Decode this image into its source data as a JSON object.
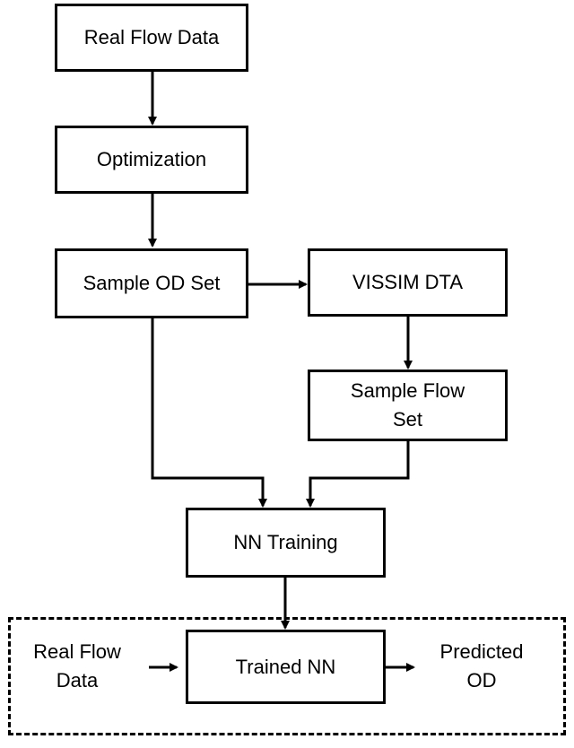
{
  "flowchart": {
    "nodes": {
      "real_flow_data": "Real Flow Data",
      "optimization": "Optimization",
      "sample_od_set": "Sample OD Set",
      "vissim_dta": "VISSIM DTA",
      "sample_flow_set": "Sample Flow\nSet",
      "nn_training": "NN Training",
      "trained_nn": "Trained NN"
    },
    "inference": {
      "input_label": "Real Flow\nData",
      "output_label": "Predicted\nOD"
    }
  }
}
